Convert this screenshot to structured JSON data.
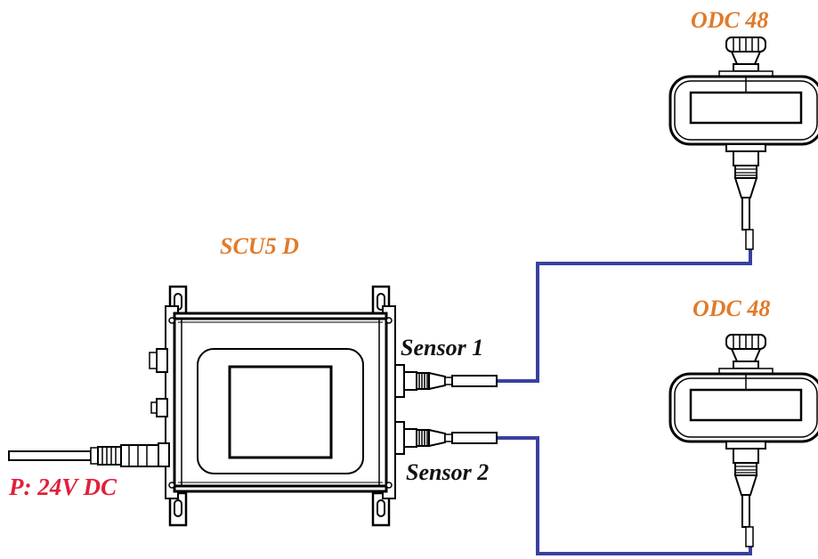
{
  "labels": {
    "odc_top": "ODC 48",
    "odc_bottom": "ODC 48",
    "controller": "SCU5 D",
    "sensor1": "Sensor 1",
    "sensor2": "Sensor 2",
    "power": "P: 24V DC"
  },
  "colors": {
    "device_label": "#e07b2a",
    "power_label": "#e0203a",
    "cable": "#3a40a0",
    "outline": "#000000"
  }
}
